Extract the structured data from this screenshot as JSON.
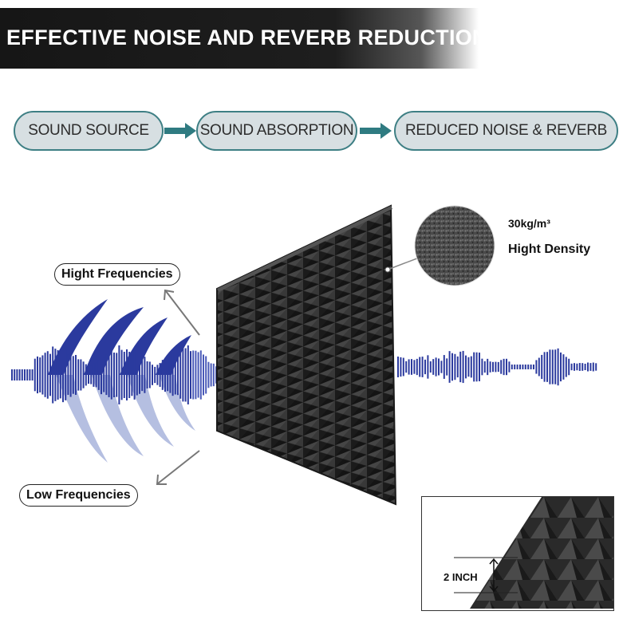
{
  "header": {
    "title": "EFFECTIVE NOISE AND REVERB REDUCTION"
  },
  "flow": {
    "steps": [
      "SOUND SOURCE",
      "SOUND ABSORPTION",
      "REDUCED NOISE & REVERB"
    ]
  },
  "labels": {
    "high": "Hight Frequencies",
    "low": "Low Frequencies"
  },
  "density": {
    "value": "30kg/m³",
    "label": "Hight Density"
  },
  "thickness": {
    "label": "2 INCH"
  },
  "colors": {
    "wave": "#2b3a9e",
    "wave_light": "#a9b4dc",
    "foam": "#2b2b2b",
    "pill_border": "#3e7f84",
    "pill_fill": "#d7dfe2"
  }
}
